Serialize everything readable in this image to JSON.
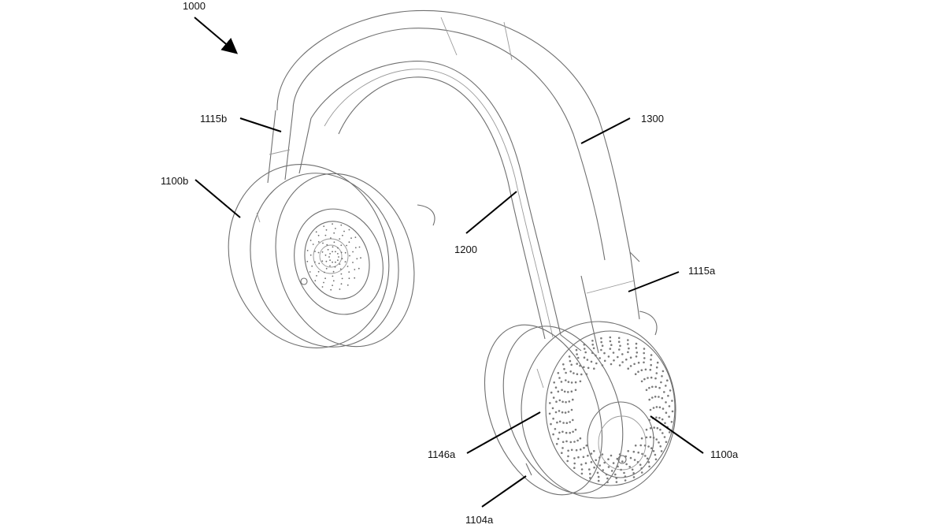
{
  "labels": {
    "fig": "1000",
    "headband": "1300",
    "inner_band": "1200",
    "slider_left": "1115b",
    "slider_right": "1115a",
    "earcup_left": "1100b",
    "earcup_right": "1100a",
    "cushion_right": "1146a",
    "port_right": "1104a"
  },
  "colors": {
    "line": "#6f6f6f",
    "leader": "#000000",
    "background": "#ffffff"
  }
}
